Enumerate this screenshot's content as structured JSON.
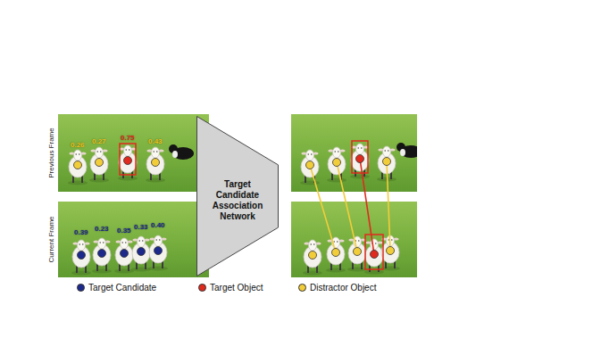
{
  "diagram": {
    "nodes": [
      {
        "text": [
          "Target Candidate Association Network"
        ]
      }
    ],
    "labels": [
      "Previous Frame",
      "0.26",
      "0.27",
      "0.75",
      "0.43",
      "Current Frame",
      "0.39",
      "0.23",
      "0.35",
      "0.33",
      "0.40"
    ],
    "legend": [
      {
        "text": "Target Candidate",
        "color": "#1d2a8c"
      },
      {
        "text": "Target Object",
        "color": "#e02a1e"
      },
      {
        "text": "Distractor Object",
        "color": "#f2cd3a"
      }
    ]
  }
}
